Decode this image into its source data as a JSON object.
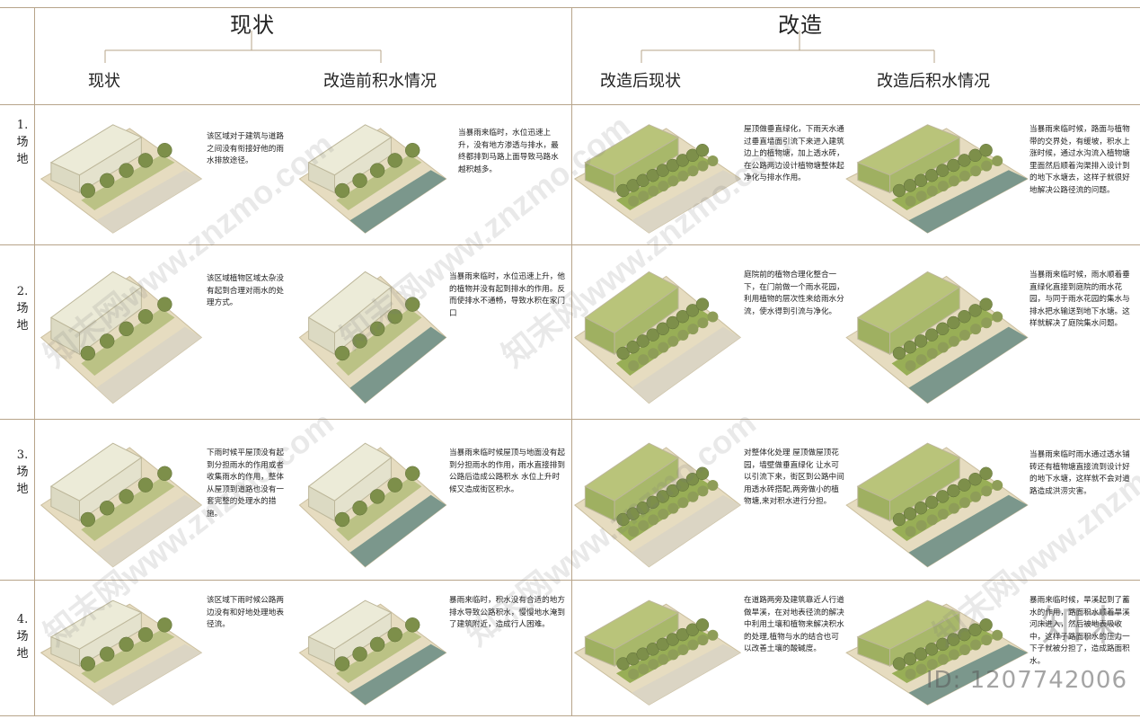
{
  "header": {
    "group_left": "现状",
    "group_right": "改造",
    "columns": [
      "现状",
      "改造前积水情况",
      "改造后现状",
      "改造后积水情况"
    ]
  },
  "rows": [
    {
      "label": "1.\n场\n地",
      "texts": [
        "该区域对于建筑与道路之间没有衔接好他的雨水排放途径。",
        "当暴雨来临时，水位迅速上升，没有地方渗透与排水，最终都排到马路上面导致马路水越积越多。",
        "屋顶做垂直绿化，下雨天水通过垂直墙面引流下来进入建筑边上的植物塘，加上透水砖，在公路两边设计植物塘整体起净化与排水作用。",
        "当暴雨来临时候，路面与植物带的交界处，有缓坡，积水上涨时候，通过水沟流入植物塘里面然后顺着沟渠排入设计到的地下水塘去，这样子就很好地解决公路径流的问题。"
      ]
    },
    {
      "label": "2.\n场\n地",
      "texts": [
        "该区域植物区域太杂没有起到合理对雨水的处理方式。",
        "当暴雨来临时，水位迅速上升，他的植物并没有起到排水的作用。反而使排水不通畅，导致水积在家门口",
        "庭院前的植物合理化整合一下，在门前做一个雨水花园，利用植物的层次性来给雨水分流，使水得到引流与净化。",
        "当暴雨来临时候，雨水顺着垂直绿化直接到庭院的雨水花园，与同于雨水花园的集水与排水把水输送到地下水塘。这样就解决了庭院集水问题。"
      ]
    },
    {
      "label": "3.\n场\n地",
      "texts": [
        "下雨时候平屋顶没有起到分担雨水的作用或者收集雨水的作用，整体从屋顶到道路也没有一套完整的处理水的措施。",
        "当暴雨来临时候屋顶与地面没有起到分担雨水的作用，雨水直接排到公路后造成公路积水 水位上升时候又造成街区积水。",
        "对整体化处理 屋顶做屋顶花园，墙壁做垂直绿化 让水可以引流下来，街区到公路中间用透水砖搭配,两旁做小的植物塘,来对积水进行分担。",
        "当暴雨来临时雨水通过透水铺砖还有植物塘直接流到设计好的地下水塘，这样就不会对道路造成洪涝灾害。"
      ]
    },
    {
      "label": "4.\n场\n地",
      "texts": [
        "该区域下雨时候公路两边没有和好地处理地表径流。",
        "暴雨来临时，积水没有合适的地方排水导致公路积水，慢慢地水淹到了建筑附近，造成行人困难。",
        "在道路两旁及建筑靠近人行道做旱溪，在对地表径流的解决中利用土壤和植物来解决积水的处理,植物与水的结合也可以改善土壤的酸碱度。",
        "暴雨来临时候，旱溪起到了蓄水的作用，路面积水顺着旱溪河床进入，然后被地表吸收中，这样子路面积水的压力一下子就被分担了，造成路面积水。"
      ]
    }
  ],
  "watermarks": [
    "知末网www.znzmo.com",
    "知末网www.znzmo.com",
    "知末网www.znzmo.com",
    "知末网www.znzmo.com",
    "知末网www.znzmo.com",
    "知末网www.znzmo.com"
  ],
  "logo": "知末",
  "id_text": "ID: 1207742006",
  "colors": {
    "line": "#b7a48a",
    "grass": "#8fa84a",
    "water": "#6f8f86",
    "building": "#ecebd8",
    "ground": "#e6dcc0"
  }
}
